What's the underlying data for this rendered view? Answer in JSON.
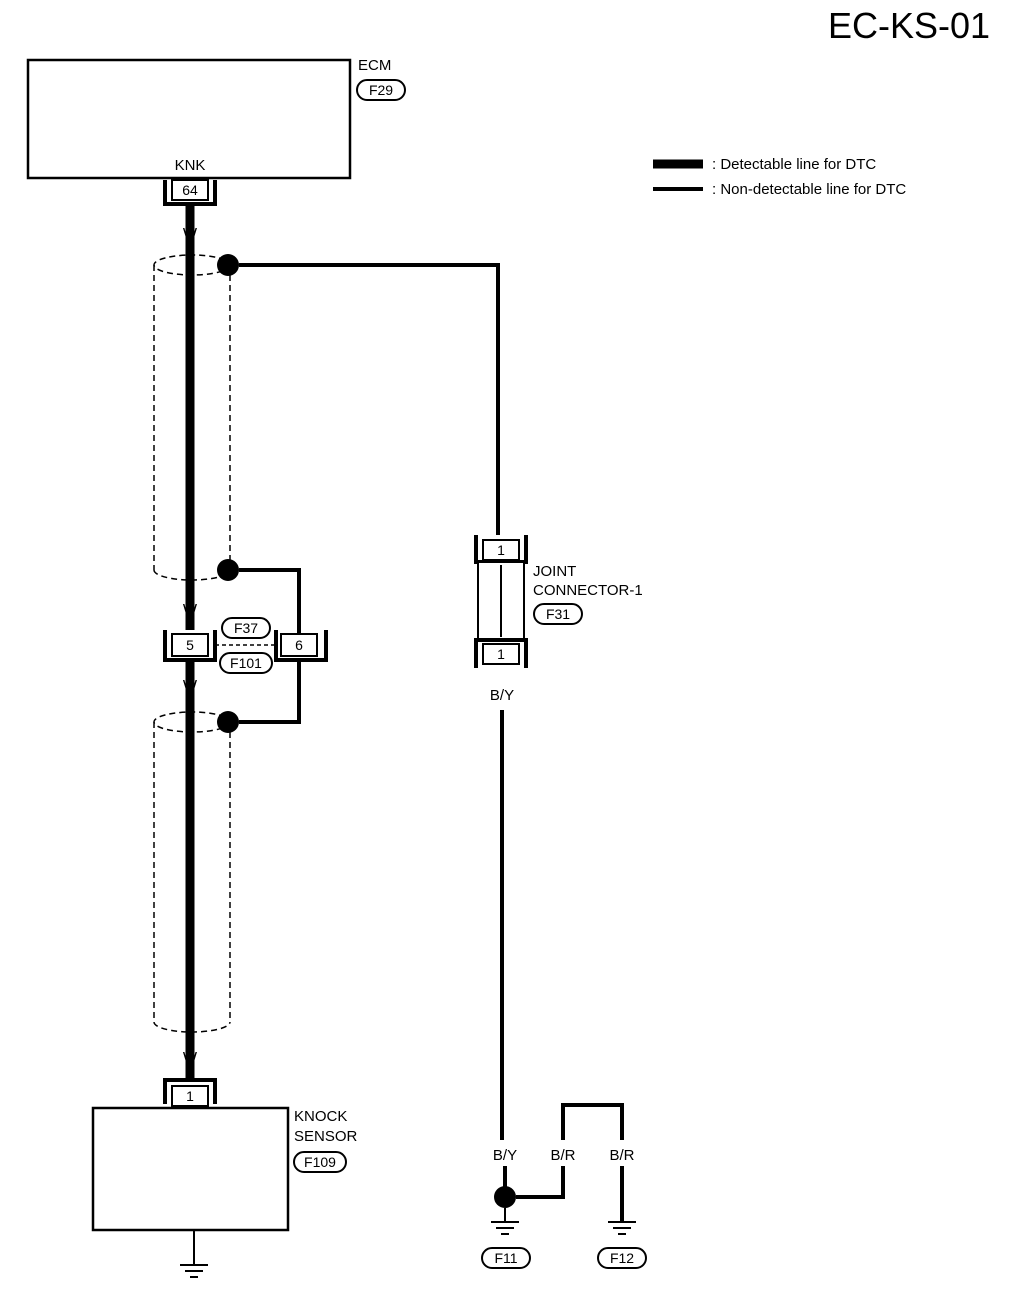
{
  "title": "EC-KS-01",
  "legend": {
    "detectable": ": Detectable line for DTC",
    "non_detectable": ": Non-detectable line for DTC"
  },
  "ecm": {
    "label": "ECM",
    "connector": "F29",
    "terminal_name": "KNK",
    "pin": "64"
  },
  "wire_colors": {
    "w_top": "W",
    "w_mid_upper": "W",
    "w_mid_lower": "W",
    "w_bottom": "W",
    "by_joint": "B/Y",
    "by_ground": "B/Y",
    "br_left": "B/R",
    "br_right": "B/R"
  },
  "harness_connector": {
    "connector_a": "F37",
    "connector_b": "F101",
    "pin_signal": "5",
    "pin_shield": "6"
  },
  "joint_connector": {
    "label_line1": "JOINT",
    "label_line2": "CONNECTOR-1",
    "connector": "F31",
    "pin_top": "1",
    "pin_bottom": "1"
  },
  "knock_sensor": {
    "label_line1": "KNOCK",
    "label_line2": "SENSOR",
    "connector": "F109",
    "pin": "1"
  },
  "grounds": {
    "left": "F11",
    "right": "F12"
  }
}
